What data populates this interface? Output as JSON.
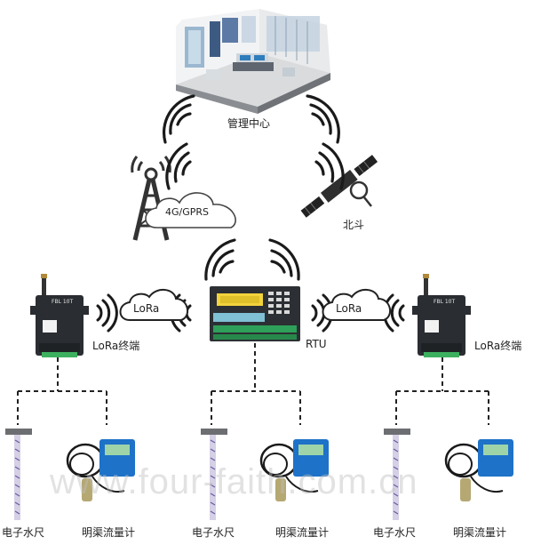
{
  "nodes": {
    "center": "管理中心",
    "tower": "4G/GPRS",
    "satellite": "北斗",
    "rtu": "RTU",
    "lora_left": "LoRa终端",
    "lora_right": "LoRa终端",
    "cloud_left": "LoRa",
    "cloud_right": "LoRa"
  },
  "device_label": "FBL 10T",
  "bottom": [
    {
      "gauge": "电子水尺",
      "meter": "明渠流量计"
    },
    {
      "gauge": "电子水尺",
      "meter": "明渠流量计"
    },
    {
      "gauge": "电子水尺",
      "meter": "明渠流量计"
    }
  ],
  "watermark": "www.four-faith.com.cn",
  "colors": {
    "device_dark": "#2a2d31",
    "rtu_lcd": "#f2d33c",
    "rtu_terminals": "#2ea05a",
    "meter_blue": "#1e72c8",
    "lcd_green": "#9fd4a8",
    "wave": "#1a1a1a"
  }
}
